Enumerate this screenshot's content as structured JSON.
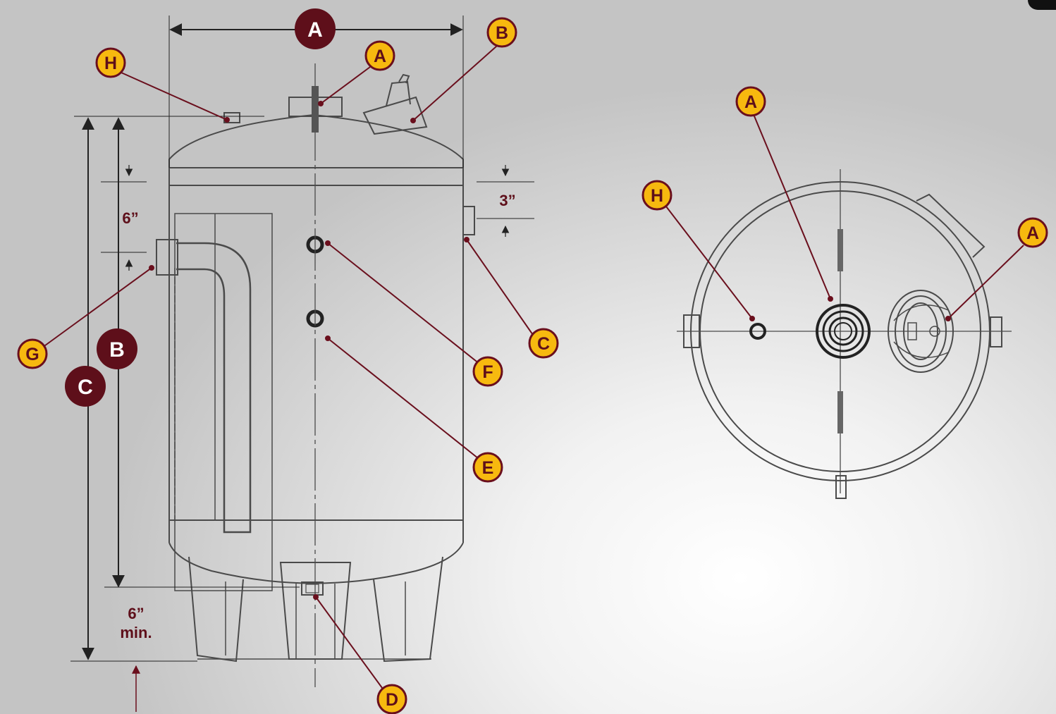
{
  "colors": {
    "dark_marker": "#5e0f1a",
    "yellow_marker": "#f7b90f",
    "leader": "#6a0f1d",
    "drawing": "#4a4a4a",
    "dim_text": "#5e0f1a"
  },
  "markers": {
    "dark": [
      {
        "id": "A1",
        "label": "A"
      },
      {
        "id": "B1",
        "label": "B"
      },
      {
        "id": "C1",
        "label": "C"
      }
    ],
    "yellow": [
      {
        "id": "H1",
        "label": "H"
      },
      {
        "id": "A2",
        "label": "A"
      },
      {
        "id": "B2",
        "label": "B"
      },
      {
        "id": "C2",
        "label": "C"
      },
      {
        "id": "F1",
        "label": "F"
      },
      {
        "id": "G1",
        "label": "G"
      },
      {
        "id": "E1",
        "label": "E"
      },
      {
        "id": "D1",
        "label": "D"
      },
      {
        "id": "A3",
        "label": "A"
      },
      {
        "id": "H2",
        "label": "H"
      },
      {
        "id": "A4",
        "label": "A"
      }
    ]
  },
  "dimensions": {
    "upper_left": "6”",
    "upper_right": "3”",
    "bottom_value": "6”",
    "bottom_unit": "min."
  }
}
